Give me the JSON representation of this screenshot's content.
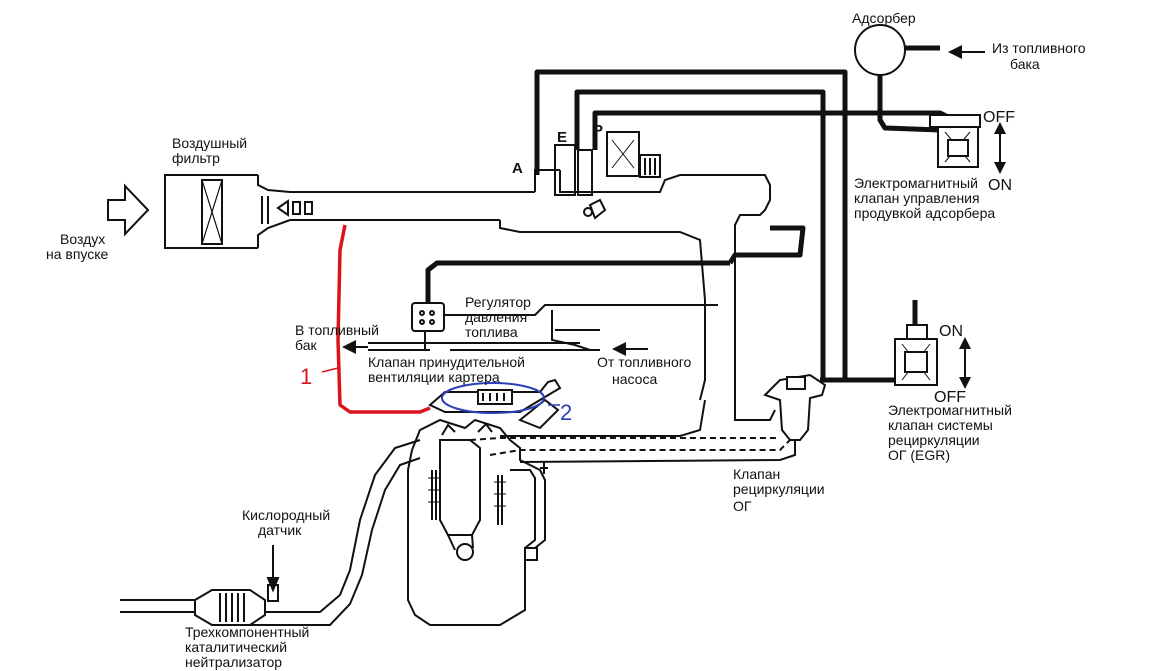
{
  "labels": {
    "adsorber": "Адсорбер",
    "from_tank_1": "Из топливного",
    "from_tank_2": "бака",
    "off_top": "OFF",
    "on_top": "ON",
    "purge_valve_1": "Электромагнитный",
    "purge_valve_2": "клапан управления",
    "purge_valve_3": "продувкой адсорбера",
    "air_filter_1": "Воздушный",
    "air_filter_2": "фильтр",
    "intake_air_1": "Воздух",
    "intake_air_2": "на впуске",
    "port_a": "A",
    "port_e": "E",
    "port_p": "P",
    "to_tank_1": "В топливный",
    "to_tank_2": "бак",
    "regulator_1": "Регулятор",
    "regulator_2": "давления",
    "regulator_3": "топлива",
    "pcv_1": "Клапан принудительной",
    "pcv_2": "вентиляции картера",
    "from_pump_1": "От топливного",
    "from_pump_2": "насоса",
    "on_bottom": "ON",
    "off_bottom": "OFF",
    "egr_solenoid_1": "Электромагнитный",
    "egr_solenoid_2": "клапан системы",
    "egr_solenoid_3": "рециркуляции",
    "egr_solenoid_4": "ОГ (EGR)",
    "egr_valve_1": "Клапан",
    "egr_valve_2": "рециркуляции",
    "egr_valve_3": "ОГ",
    "o2_sensor_1": "Кислородный",
    "o2_sensor_2": "датчик",
    "catalyst_1": "Трехкомпонентный",
    "catalyst_2": "каталитический",
    "catalyst_3": "нейтрализатор"
  },
  "annotations": {
    "marker_1": "1",
    "marker_2": "2"
  },
  "colors": {
    "highlight_hose": "#d9141c",
    "highlight_pcv": "#2b3fb8",
    "line": "#111111"
  }
}
